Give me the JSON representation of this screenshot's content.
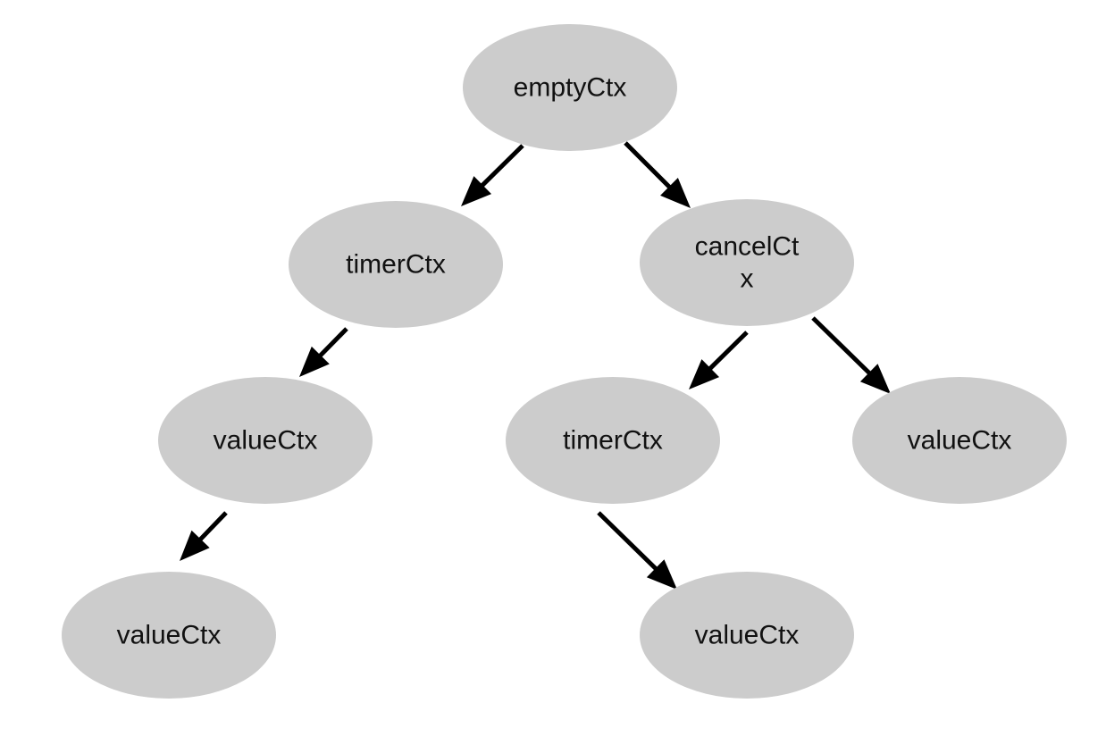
{
  "colors": {
    "node_fill": "#cccccc",
    "edge": "#000000",
    "text": "#111111",
    "background": "#ffffff"
  },
  "nodes": [
    {
      "id": "n0",
      "lines": [
        "emptyCtx"
      ]
    },
    {
      "id": "n1",
      "lines": [
        "timerCtx"
      ]
    },
    {
      "id": "n2",
      "lines": [
        "cancelCt",
        "x"
      ]
    },
    {
      "id": "n3",
      "lines": [
        "valueCtx"
      ]
    },
    {
      "id": "n4",
      "lines": [
        "timerCtx"
      ]
    },
    {
      "id": "n5",
      "lines": [
        "valueCtx"
      ]
    },
    {
      "id": "n6",
      "lines": [
        "valueCtx"
      ]
    },
    {
      "id": "n7",
      "lines": [
        "valueCtx"
      ]
    }
  ],
  "edges": [
    {
      "from": "n0",
      "to": "n1"
    },
    {
      "from": "n0",
      "to": "n2"
    },
    {
      "from": "n1",
      "to": "n3"
    },
    {
      "from": "n2",
      "to": "n4"
    },
    {
      "from": "n2",
      "to": "n5"
    },
    {
      "from": "n3",
      "to": "n6"
    },
    {
      "from": "n4",
      "to": "n7"
    }
  ]
}
